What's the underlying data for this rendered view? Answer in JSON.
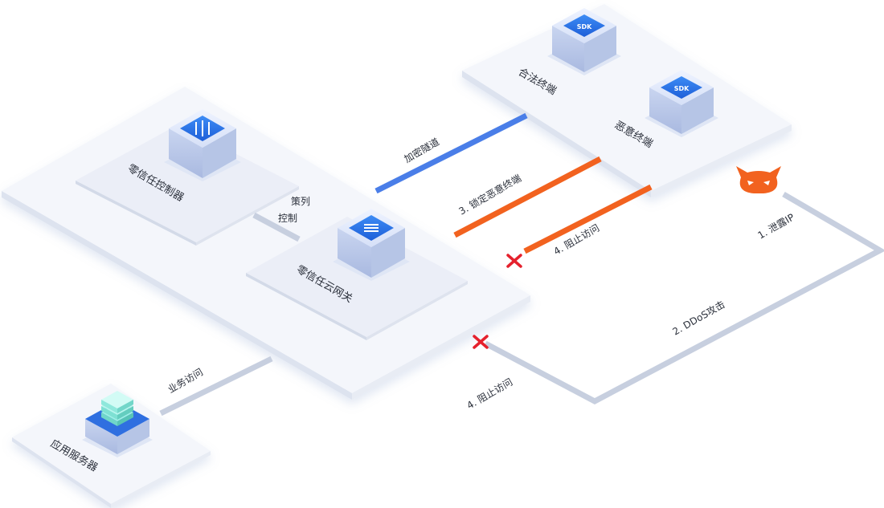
{
  "nodes": {
    "legit_terminal": "合法终端",
    "malicious_terminal": "恶意终端",
    "controller": "零信任控制器",
    "gateway": "零信任云网关",
    "app_server": "应用服务器"
  },
  "links": {
    "encrypted_tunnel": "加密隧道",
    "policy_control_line1": "策列",
    "policy_control_line2": "控制",
    "lock_malicious": "3. 锁定恶意终端",
    "block_access_top": "4. 阻止访问",
    "leak_ip": "1. 泄露IP",
    "ddos": "2. DDoS攻击",
    "block_access_bottom": "4. 阻止访问",
    "business_access": "业务访问"
  },
  "badges": {
    "sdk_top": "SDK",
    "sdk_bottom": "SDK"
  },
  "colors": {
    "tunnel_blue": "#4a7ee8",
    "alert_orange": "#f2621f",
    "cross_red": "#e5212d",
    "connector_gray": "#c7cfdf",
    "device_blue": "#2f7cf0"
  },
  "icons": {
    "attacker": "devil-cat-icon",
    "blocked": "cross-icon"
  }
}
